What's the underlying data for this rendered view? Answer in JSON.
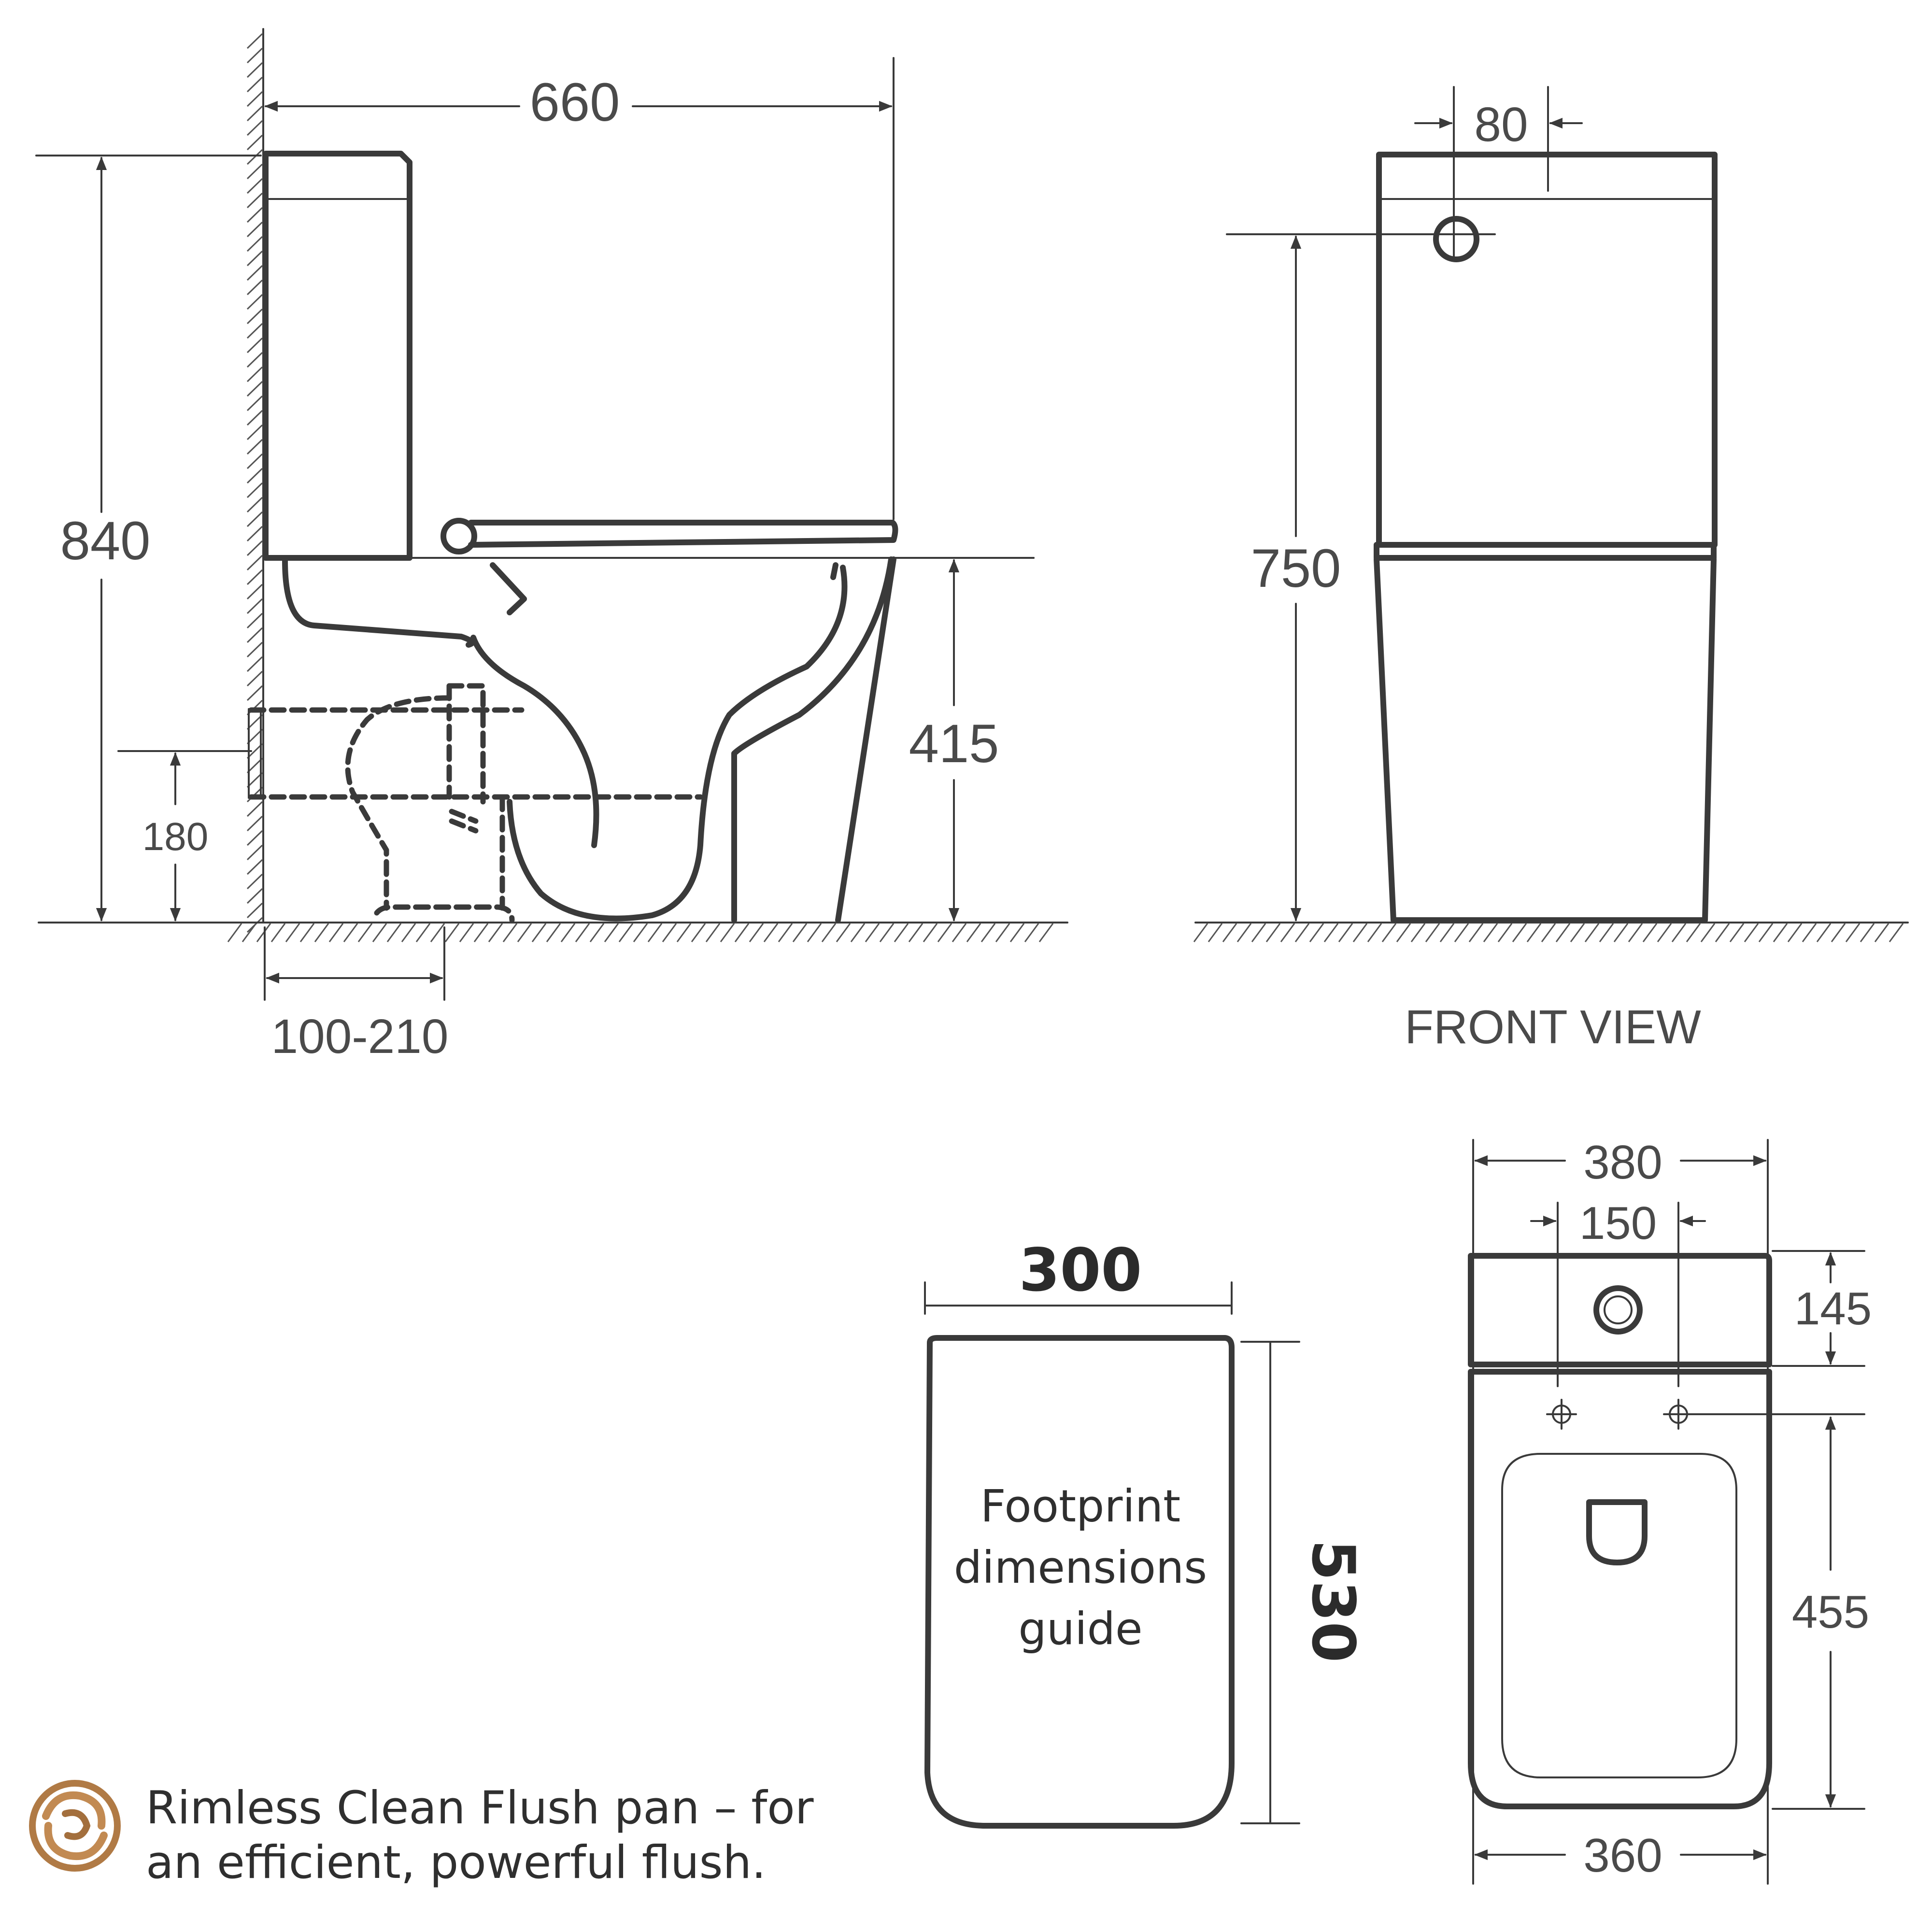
{
  "side_view": {
    "overall_length": "660",
    "overall_height": "840",
    "seat_height": "415",
    "waste_height": "180",
    "setout_range": "100-210"
  },
  "front_view": {
    "button_offset": "80",
    "height": "750",
    "label": "FRONT VIEW"
  },
  "footprint": {
    "width": "300",
    "depth": "530",
    "label_lines": [
      "Footprint",
      "dimensions",
      "guide"
    ]
  },
  "top_view": {
    "tank_width": "380",
    "fixing_centres": "150",
    "tank_depth": "145",
    "pan_depth": "455",
    "base_width": "360"
  },
  "feature_note": {
    "icon": "swirl-logo-icon",
    "lines": [
      "Rimless Clean Flush pan – for",
      "an efficient, powerful flush."
    ],
    "icon_color": "#b07a45"
  }
}
